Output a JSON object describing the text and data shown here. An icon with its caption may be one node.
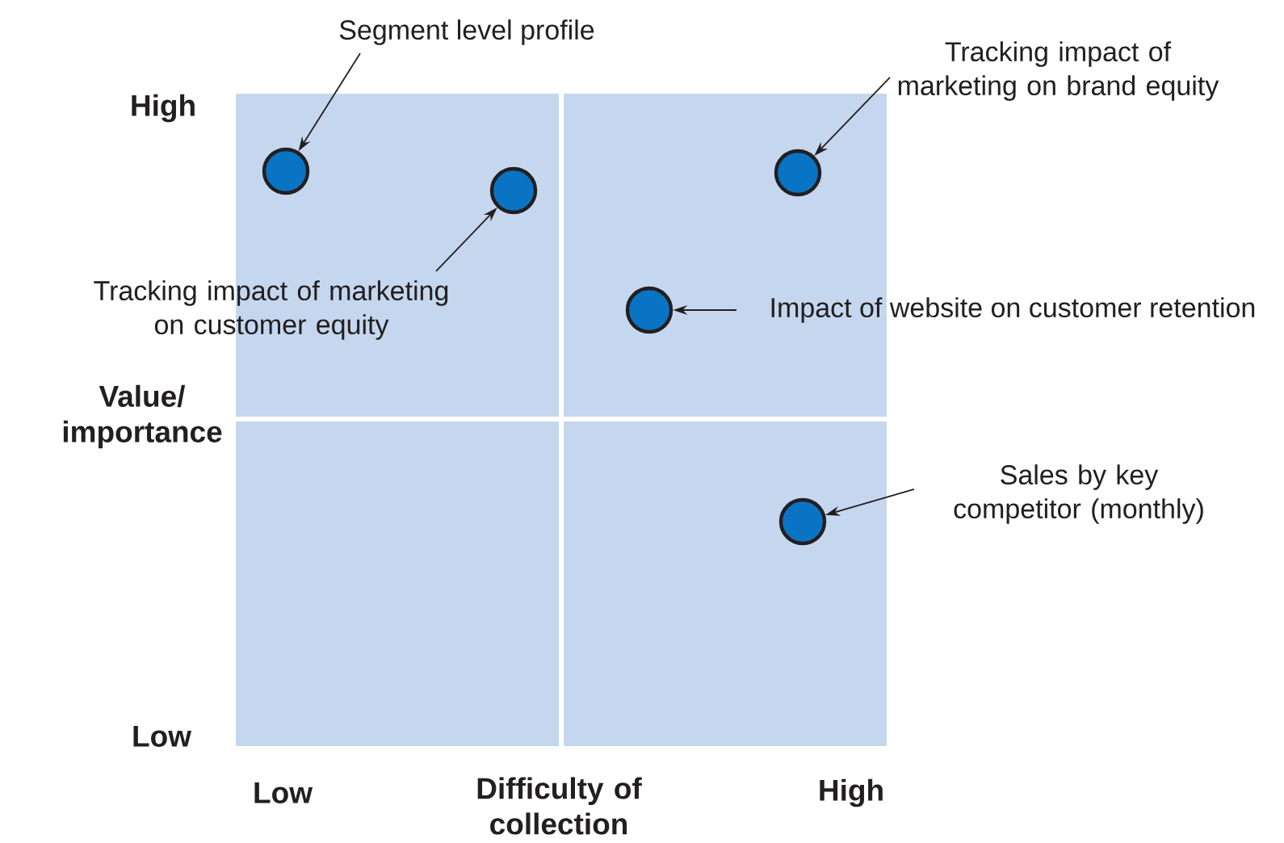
{
  "diagram": {
    "nodes": [
      {
        "text": [
          "Segment level profile"
        ]
      },
      {
        "text": [],
        "shape": "circle"
      },
      {
        "text": [],
        "shape": "circle"
      },
      {
        "text": [
          "Tracking impact of marketing on customer equity"
        ]
      },
      {
        "text": [
          "Tracking impact of marketing on brand equity"
        ]
      },
      {
        "text": [],
        "shape": "circle"
      },
      {
        "text": [],
        "shape": "circle"
      },
      {
        "text": [
          "Impact of website on customer retention"
        ]
      },
      {
        "text": [
          "Sales by key competitor (monthly)"
        ]
      },
      {
        "text": [],
        "shape": "circle"
      }
    ],
    "edges": [
      {
        "from": 0,
        "to": 1,
        "arrow": "to"
      },
      {
        "from": 3,
        "to": 2,
        "arrow": "to"
      },
      {
        "from": 4,
        "to": 5,
        "arrow": "to"
      },
      {
        "from": 7,
        "to": 6,
        "arrow": "to"
      },
      {
        "from": 8,
        "to": 9,
        "arrow": "to"
      }
    ],
    "labels": [
      "High",
      "Value/ importance",
      "Low",
      "Low",
      "Difficulty of collection",
      "High"
    ]
  }
}
